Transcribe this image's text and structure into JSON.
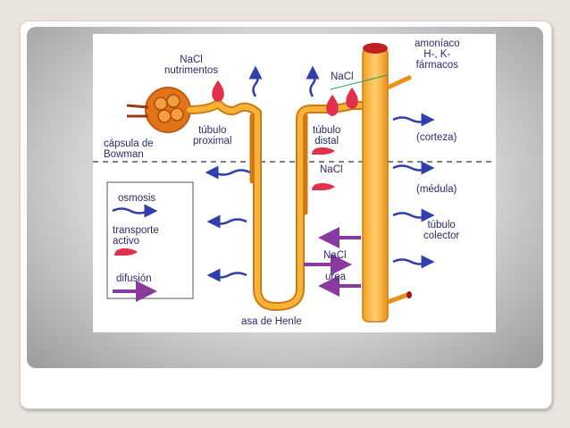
{
  "diagram": {
    "labels": {
      "nacl_nutrimentos": "NaCl\nnutrimentos",
      "nacl_top": "NaCl",
      "amoniaco": "amoníaco\nH-, K-\nfármacos",
      "capsula": "cápsula de\nBowman",
      "tubulo_proximal": "túbulo\nproximal",
      "tubulo_distal": "túbulo\ndistal",
      "corteza": "(corteza)",
      "nacl_mid": "NaCl",
      "medula": "(médula)",
      "tubulo_colector": "túbulo\ncolector",
      "nacl_low": "NaCl",
      "urea": "urea",
      "asa_henle": "asa de Henle"
    },
    "legend": {
      "osmosis": "osmosis",
      "transporte_activo": "transporte\nactivo",
      "difusion": "difusión"
    },
    "colors": {
      "tubule": "#f5a623",
      "tubule_outline": "#d07a10",
      "osmosis_arrow": "#2f3fb0",
      "diffusion_arrow": "#8a3a9e",
      "active_transport": "#e0304a",
      "label_text": "#2a2a6a"
    }
  }
}
